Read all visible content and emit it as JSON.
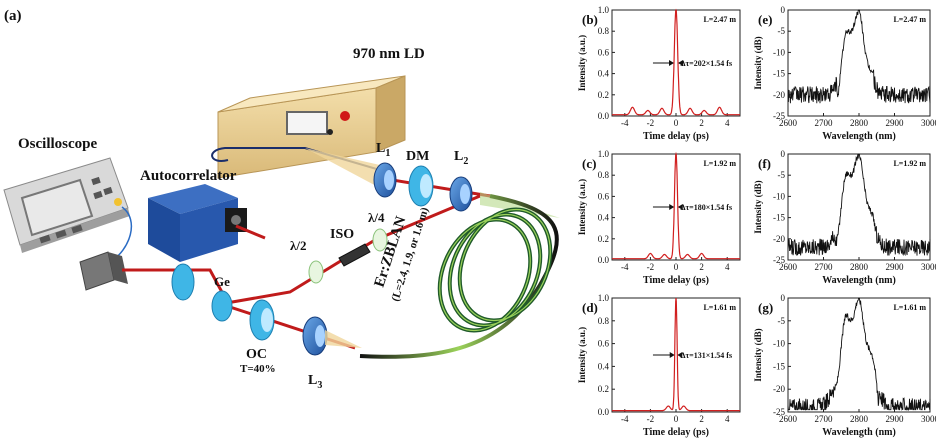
{
  "figure": {
    "main_label": "(a)",
    "setup_labels": {
      "ld": "970 nm LD",
      "oscilloscope": "Oscilloscope",
      "autocorrelator": "Autocorrelator",
      "l1": "L",
      "l1_sub": "1",
      "l2": "L",
      "l2_sub": "2",
      "l3": "L",
      "l3_sub": "3",
      "dm": "DM",
      "lambda4": "λ/4",
      "lambda2": "λ/2",
      "iso": "ISO",
      "ge": "Ge",
      "oc": "OC",
      "oc_t": "T=40%",
      "fiber": "Er:ZBLAN",
      "fiber_lengths": "(L=2.4, 1.9, or 1.6 m)"
    }
  },
  "chart_data": [
    {
      "id": "b",
      "panel_label": "(b)",
      "type": "line",
      "xlabel": "Time delay (ps)",
      "ylabel": "Intensity (a.u.)",
      "xlim": [
        -5,
        5
      ],
      "ylim": [
        0,
        1.0
      ],
      "xticks": [
        "-4",
        "-2",
        "0",
        "2",
        "4"
      ],
      "yticks": [
        "0.0",
        "0.2",
        "0.4",
        "0.6",
        "0.8",
        "1.0"
      ],
      "length_label": "L=2.47 m",
      "annotation": "Δτ=202×1.54 fs",
      "peak_fwhm_ps": 0.311,
      "side_peaks": [
        {
          "x": -3.4,
          "y": 0.07
        },
        {
          "x": -2.2,
          "y": 0.04
        },
        {
          "x": -1.1,
          "y": 0.06
        },
        {
          "x": 1.1,
          "y": 0.06
        },
        {
          "x": 2.2,
          "y": 0.04
        },
        {
          "x": 3.4,
          "y": 0.07
        }
      ],
      "series": [
        {
          "color": "#d11f1f"
        }
      ]
    },
    {
      "id": "c",
      "panel_label": "(c)",
      "type": "line",
      "xlabel": "Time delay (ps)",
      "ylabel": "Intensity (a.u.)",
      "xlim": [
        -5,
        5
      ],
      "ylim": [
        0,
        1.0
      ],
      "xticks": [
        "-4",
        "-2",
        "0",
        "2",
        "4"
      ],
      "yticks": [
        "0.0",
        "0.2",
        "0.4",
        "0.6",
        "0.8",
        "1.0"
      ],
      "length_label": "L=1.92 m",
      "annotation": "Δτ=180×1.54 fs",
      "peak_fwhm_ps": 0.277,
      "side_peaks": [
        {
          "x": -2.0,
          "y": 0.05
        },
        {
          "x": -0.9,
          "y": 0.04
        },
        {
          "x": 0.9,
          "y": 0.04
        },
        {
          "x": 2.0,
          "y": 0.05
        }
      ],
      "series": [
        {
          "color": "#d11f1f"
        }
      ]
    },
    {
      "id": "d",
      "panel_label": "(d)",
      "type": "line",
      "xlabel": "Time delay (ps)",
      "ylabel": "Intensity (a.u.)",
      "xlim": [
        -5,
        5
      ],
      "ylim": [
        0,
        1.0
      ],
      "xticks": [
        "-4",
        "-2",
        "0",
        "2",
        "4"
      ],
      "yticks": [
        "0.0",
        "0.2",
        "0.4",
        "0.6",
        "0.8",
        "1.0"
      ],
      "length_label": "L=1.61 m",
      "annotation": "Δτ=131×1.54 fs",
      "peak_fwhm_ps": 0.202,
      "side_peaks": [
        {
          "x": -0.6,
          "y": 0.04
        },
        {
          "x": 0.6,
          "y": 0.04
        }
      ],
      "series": [
        {
          "color": "#d11f1f"
        }
      ]
    },
    {
      "id": "e",
      "panel_label": "(e)",
      "type": "line",
      "xlabel": "Wavelength (nm)",
      "ylabel": "Intensity (dB)",
      "xlim": [
        2600,
        3000
      ],
      "ylim": [
        -25,
        0
      ],
      "xticks": [
        "2600",
        "2700",
        "2800",
        "2900",
        "3000"
      ],
      "yticks": [
        "0",
        "-5",
        "-10",
        "-15",
        "-20",
        "-25"
      ],
      "length_label": "L=2.47 m",
      "spectrum_center_nm": 2790,
      "spectrum_width_nm": 95,
      "noise_floor_db": -19,
      "series": [
        {
          "color": "#111111"
        }
      ]
    },
    {
      "id": "f",
      "panel_label": "(f)",
      "type": "line",
      "xlabel": "Wavelength (nm)",
      "ylabel": "Intensity (dB)",
      "xlim": [
        2600,
        3000
      ],
      "ylim": [
        -25,
        0
      ],
      "xticks": [
        "2600",
        "2700",
        "2800",
        "2900",
        "3000"
      ],
      "yticks": [
        "0",
        "-5",
        "-10",
        "-15",
        "-20",
        "-25"
      ],
      "length_label": "L=1.92 m",
      "spectrum_center_nm": 2790,
      "spectrum_width_nm": 105,
      "noise_floor_db": -21,
      "series": [
        {
          "color": "#111111"
        }
      ]
    },
    {
      "id": "g",
      "panel_label": "(g)",
      "type": "line",
      "xlabel": "Wavelength (nm)",
      "ylabel": "Intensity (dB)",
      "xlim": [
        2600,
        3000
      ],
      "ylim": [
        -25,
        0
      ],
      "xticks": [
        "2600",
        "2700",
        "2800",
        "2900",
        "3000"
      ],
      "yticks": [
        "0",
        "-5",
        "-10",
        "-15",
        "-20",
        "-25"
      ],
      "length_label": "L=1.61 m",
      "spectrum_center_nm": 2790,
      "spectrum_width_nm": 120,
      "noise_floor_db": -23,
      "series": [
        {
          "color": "#111111"
        }
      ]
    }
  ]
}
